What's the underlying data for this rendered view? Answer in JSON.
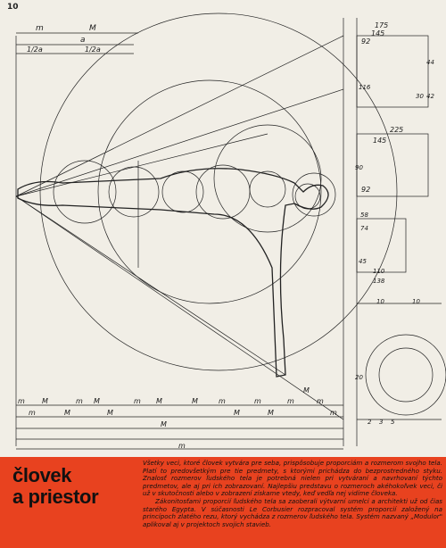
{
  "page_number": "10",
  "title": [
    "človek",
    "a priestor"
  ],
  "paragraphs": [
    "Všetky veci, ktoré človek vytvára pre seba, prispôsobuje proporciám a rozmerom svojho tela. Platí to predovšetkým pre tie predmety, s ktorými prichádza do bezprostredného styku. Znalosť rozmerov ľudského tela je potrebná nielen pri vytváraní a navrhovaní týchto predmetov, ale aj pri ich zobrazovaní. Najlepšiu predstavu o rozmeroch akéhokoľvek veci, či už v skutočnosti alebo v zobrazení získame vtedy, keď vedľa nej vidíme človeka.",
    "Zákonitosťami proporcií ľudského tela sa zaoberali výtvarní umelci a architekti už od čias starého Egypta. V súčasnosti Le Corbusier rozpracoval systém proporcií založený na princípoch zlatého rezu, ktorý vychádza z rozmerov ľudského tela. Systém nazvaný „Modulor\" aplikoval aj v projektoch svojich stavieb."
  ],
  "drawing": {
    "top_labels": [
      "m",
      "M",
      "a",
      "1/2a",
      "1/2a"
    ],
    "bottom_labels": [
      "m",
      "M",
      "m",
      "M",
      "M",
      "m",
      "M",
      "m",
      "M",
      "M",
      "m",
      "M",
      "m",
      "M",
      "m",
      "M",
      "m",
      "m",
      "M",
      "m"
    ],
    "dims_top": [
      "175",
      "145",
      "92",
      "44",
      "116",
      "30",
      "42"
    ],
    "dims_mid": [
      "225",
      "145",
      "90",
      "92"
    ],
    "dims_low": [
      "58",
      "74",
      "45",
      "110",
      "138"
    ],
    "dims_hand": [
      "10",
      "10",
      "20",
      "2",
      "3",
      "5"
    ]
  }
}
